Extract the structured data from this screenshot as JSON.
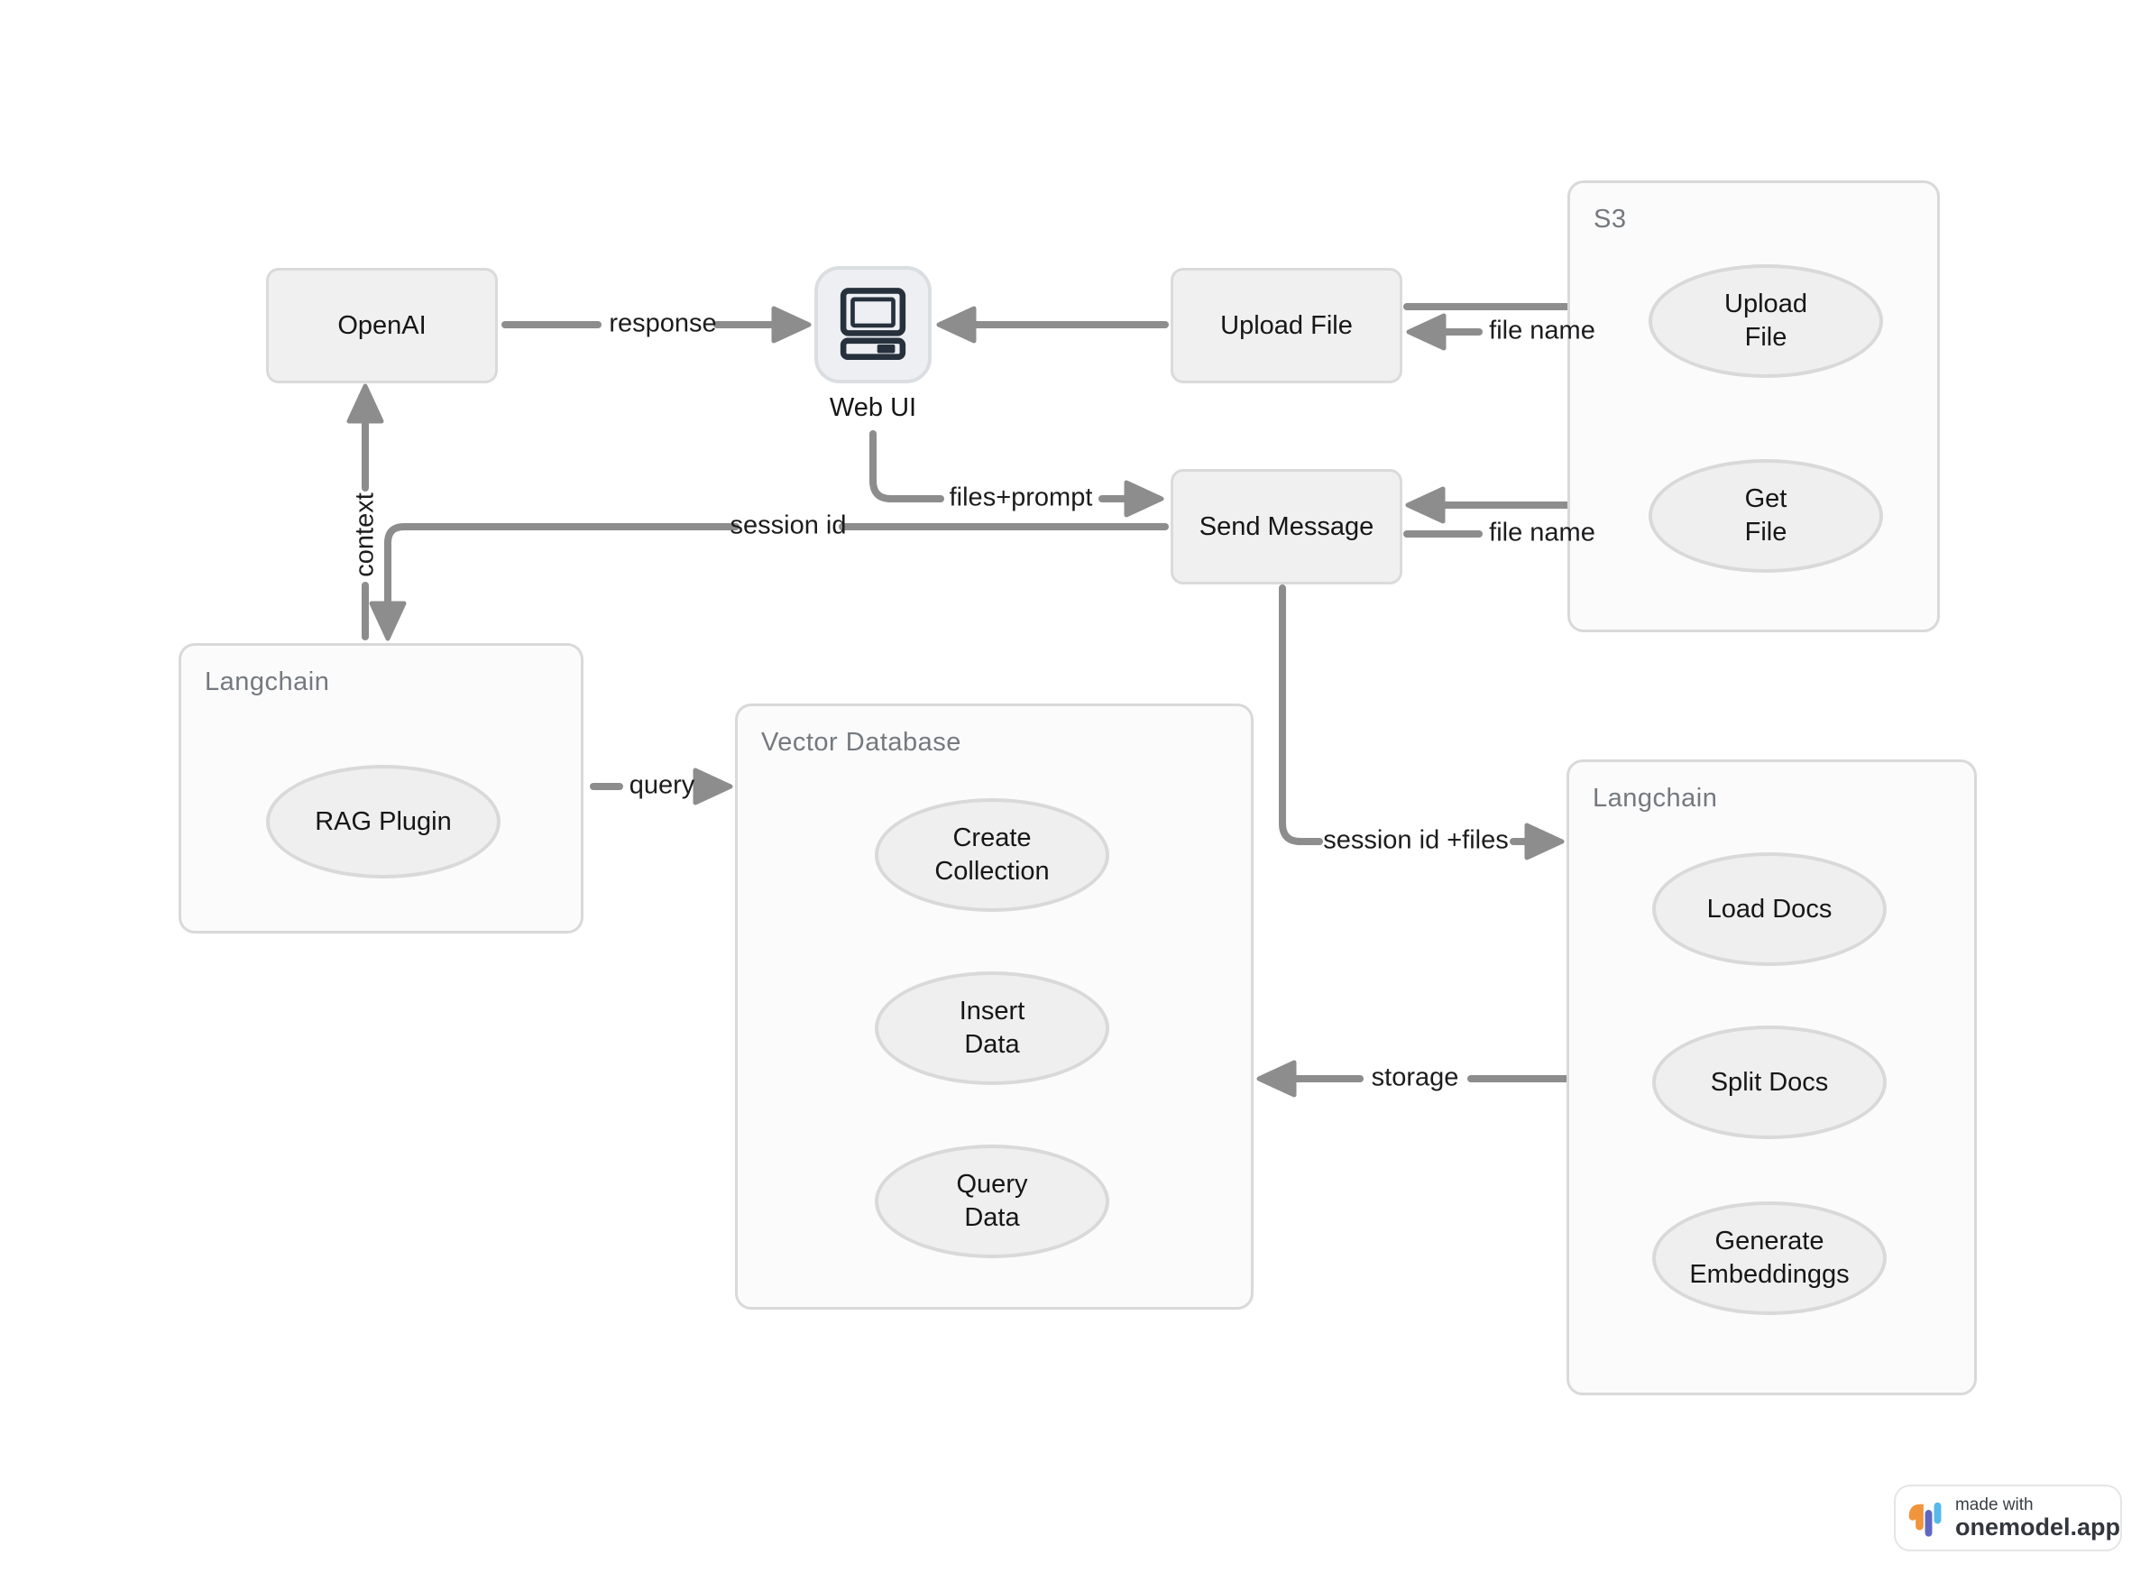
{
  "nodes": {
    "openai": {
      "label": "OpenAI"
    },
    "webui": {
      "label": "Web UI"
    },
    "upload_file": {
      "label": "Upload File"
    },
    "send_message": {
      "label": "Send Message"
    }
  },
  "containers": {
    "s3": {
      "title": "S3",
      "upload_file": "Upload\nFile",
      "get_file": "Get\nFile"
    },
    "langchain_left": {
      "title": "Langchain",
      "rag_plugin": "RAG Plugin"
    },
    "vector_database": {
      "title": "Vector Database",
      "create_collection": "Create\nCollection",
      "insert_data": "Insert\nData",
      "query_data": "Query\nData"
    },
    "langchain_right": {
      "title": "Langchain",
      "load_docs": "Load Docs",
      "split_docs": "Split Docs",
      "generate_embeddings": "Generate\nEmbeddinggs"
    }
  },
  "edge_labels": {
    "response": "response",
    "files_prompt": "files+prompt",
    "session_id": "session id",
    "context": "context",
    "query": "query",
    "session_id_files": "session id +files",
    "storage": "storage",
    "file_name_upload": "file name",
    "file_name_get": "file name"
  },
  "badge": {
    "made_with": "made with",
    "brand": "onemodel.app"
  },
  "colors": {
    "arrow": "#8D8D8D",
    "node_fill": "#F0F0F0",
    "node_border": "#DADADA",
    "container_fill": "#FBFBFB",
    "container_border": "#D9D9D9",
    "ellipse_fill": "#EFEFEF",
    "ellipse_border": "#D9D9D9",
    "icon_dark": "#26313D",
    "logo_orange": "#F0953C",
    "logo_indigo": "#5E68C2",
    "logo_blue": "#55B9E9"
  }
}
